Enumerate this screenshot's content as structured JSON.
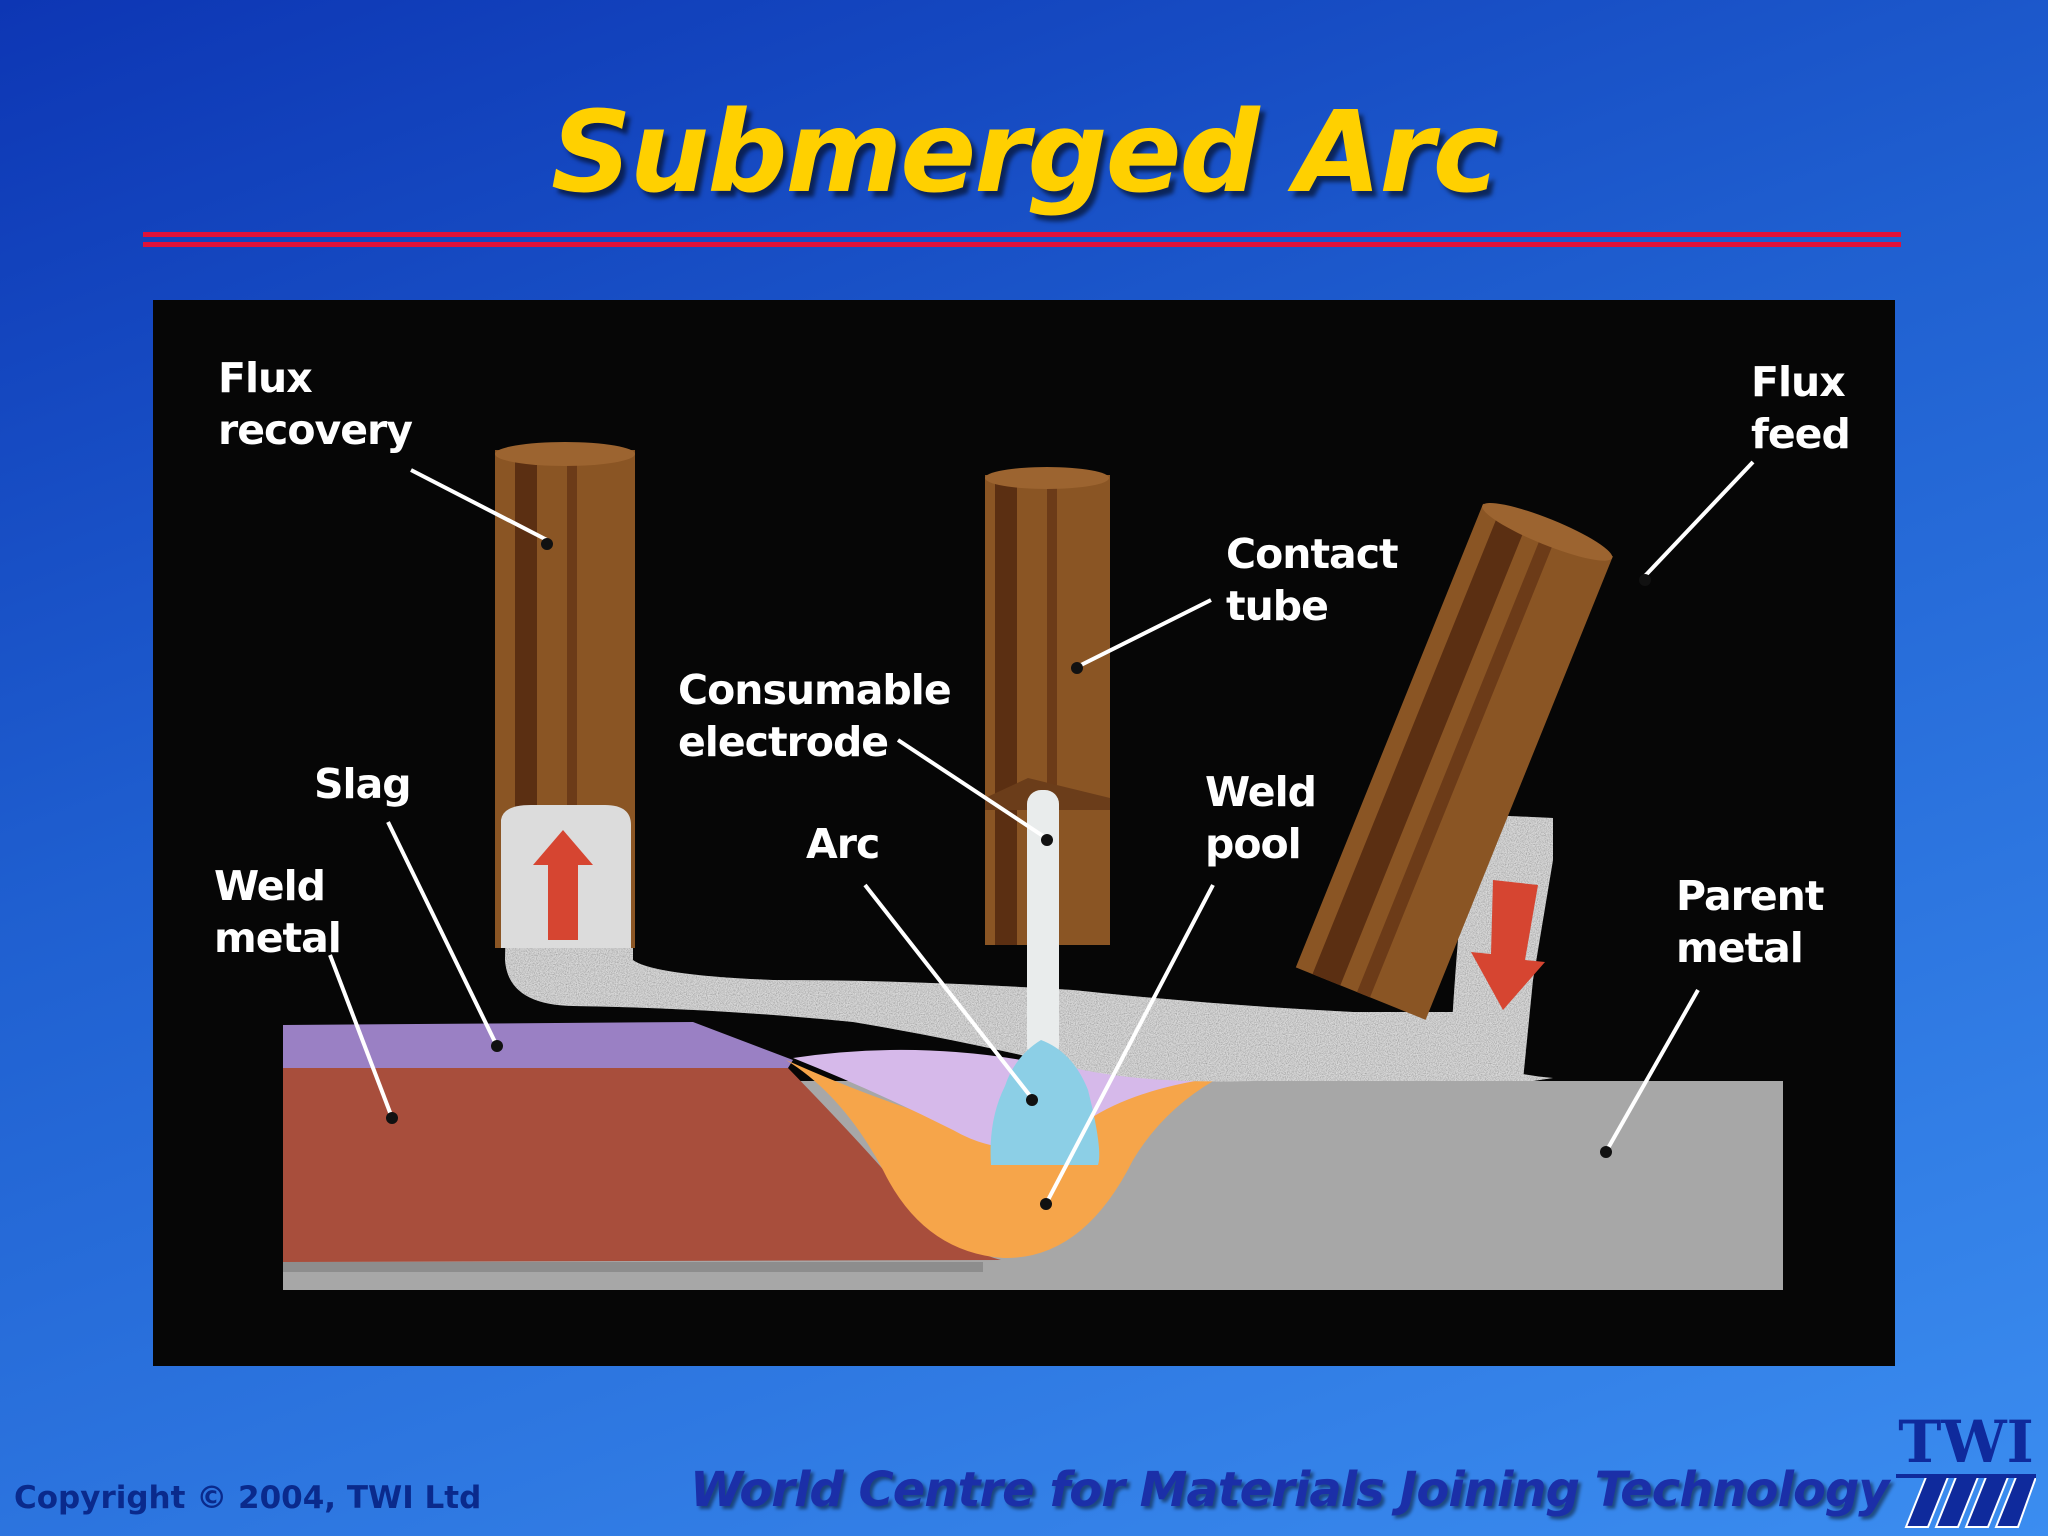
{
  "title": "Submerged Arc",
  "labels": {
    "flux_recovery": [
      "Flux",
      "recovery"
    ],
    "flux_feed": [
      "Flux",
      "feed"
    ],
    "contact_tube": [
      "Contact",
      "tube"
    ],
    "consumable_electrode": [
      "Consumable",
      "electrode"
    ],
    "slag": [
      "Slag"
    ],
    "arc": [
      "Arc"
    ],
    "weld_pool": [
      "Weld",
      "pool"
    ],
    "weld_metal": [
      "Weld",
      "metal"
    ],
    "parent_metal": [
      "Parent",
      "metal"
    ]
  },
  "footer": {
    "copyright": "Copyright © 2004, TWI Ltd",
    "tagline": "World Centre for Materials Joining Technology",
    "logo_text": "TWI"
  },
  "colors": {
    "title": "#ffd000",
    "rule": "#e0123a",
    "tube": "#8a5524",
    "slag": "#9a80c4",
    "weld_metal": "#a84e3c",
    "parent_metal": "#a7a7a7",
    "weld_pool": "#f6a54a",
    "arc": "#8ccfe6",
    "flux": "#d9d9d9",
    "arrow": "#d64531"
  }
}
